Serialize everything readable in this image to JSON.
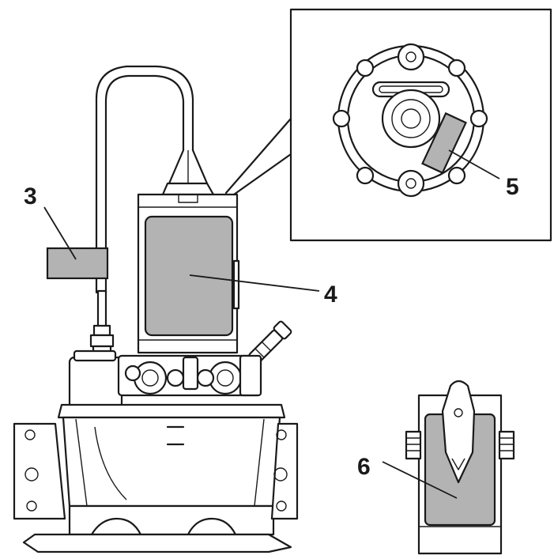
{
  "callouts": {
    "c3": "3",
    "c4": "4",
    "c5": "5",
    "c6": "6"
  },
  "colors": {
    "line": "#1a1a1a",
    "label_fill": "#b3b3b3",
    "background": "#ffffff"
  }
}
